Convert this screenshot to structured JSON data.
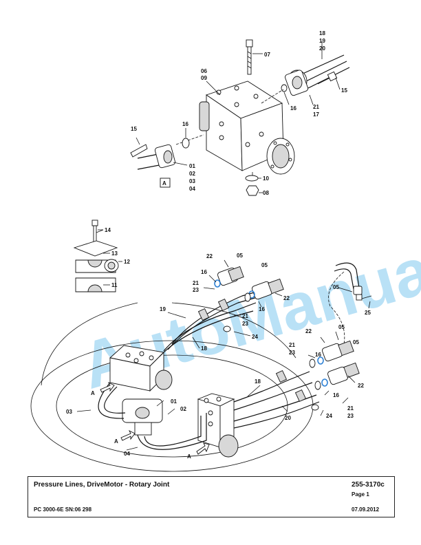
{
  "callouts": {
    "c07": "07",
    "c0609a": "06",
    "c0609b": "09",
    "c18": "18",
    "c19": "19",
    "c20": "20",
    "c15a": "15",
    "c16a": "16",
    "c21a": "21",
    "c17": "17",
    "c15b": "15",
    "c16b": "16",
    "c01a": "01",
    "c02a": "02",
    "c03a": "03",
    "c04a": "04",
    "c10": "10",
    "c08": "08",
    "cA1": "A",
    "c14": "14",
    "c13": "13",
    "c12": "12",
    "c11": "11",
    "c22a": "22",
    "c05a": "05",
    "c16c": "16",
    "c21b": "21",
    "c23a": "23",
    "c05b": "05",
    "c22b": "22",
    "c16d": "16",
    "c21c": "21",
    "c23b": "23",
    "c24a": "24",
    "c19b": "19",
    "c18b": "18",
    "c05c": "05",
    "c25": "25",
    "c22c": "22",
    "c05d": "05",
    "c21d": "21",
    "c23c": "23",
    "c05e": "05",
    "c16e": "16",
    "c22d": "22",
    "c16f": "16",
    "c21e": "21",
    "c23d": "23",
    "c24b": "24",
    "c18c": "18",
    "c20b": "20",
    "c01b": "01",
    "c02b": "02",
    "c03b": "03",
    "c04b": "04",
    "cA2": "A",
    "cA3": "A",
    "cA4": "A"
  },
  "watermark": "AutoManual",
  "title_block": {
    "title": "Pressure Lines, DriveMotor - Rotary Joint",
    "doc_number": "255-3170c",
    "page": "Page 1",
    "model": "PC 3000-6E SN:06 298",
    "date": "07.09.2012"
  },
  "colors": {
    "watermark": "#7fc8ee",
    "highlight": "#2b7fd4",
    "line": "#111111"
  }
}
